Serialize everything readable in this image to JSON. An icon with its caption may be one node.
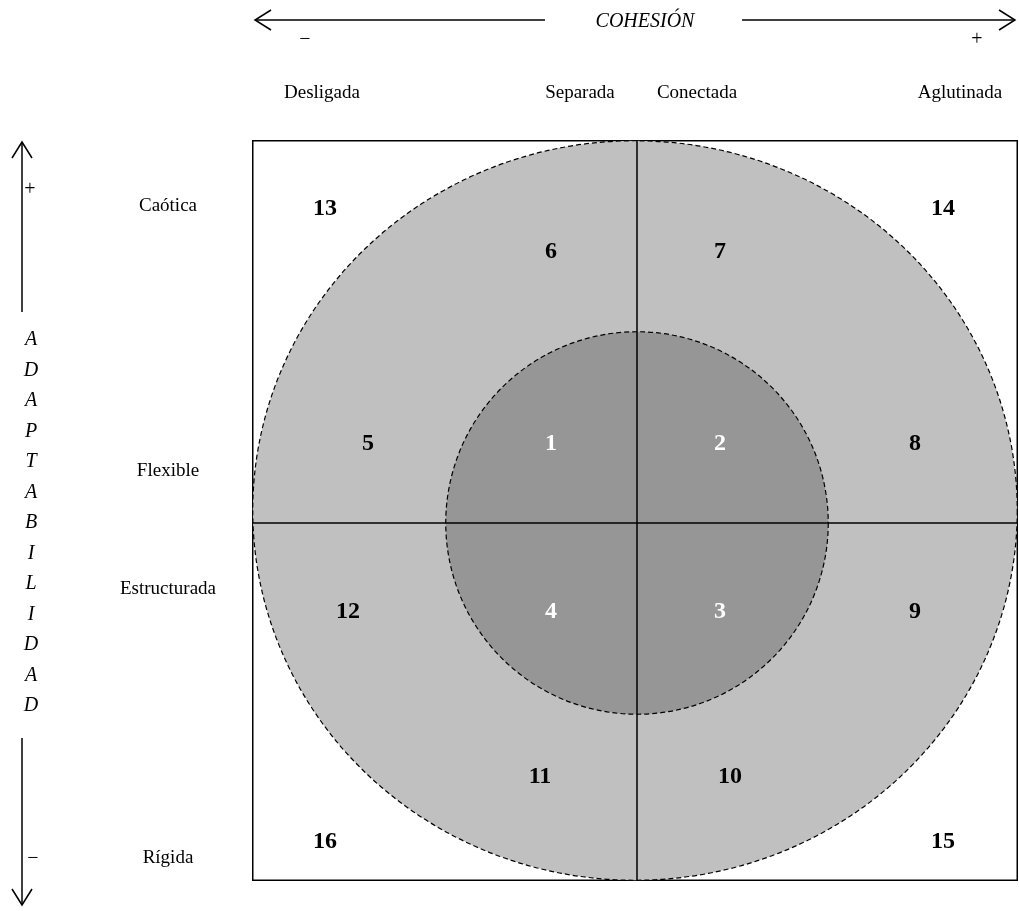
{
  "diagram": {
    "nodes": [
      {
        "text": [
          "13",
          "14",
          "16",
          "15"
        ]
      },
      {
        "text": [
          "6",
          "7",
          "5",
          "8",
          "12",
          "9",
          "11",
          "10"
        ],
        "in": 0
      },
      {
        "text": [
          "1",
          "2",
          "4",
          "3"
        ],
        "in": 1
      }
    ],
    "labels": [
      "COHESIÓN",
      "−",
      "+",
      "Desligada",
      "Separada",
      "Conectada",
      "Aglutinada",
      "+",
      "ADAPTABILIDAD",
      "Caótica",
      "Flexible",
      "Estructurada",
      "Rígida",
      "−"
    ]
  }
}
